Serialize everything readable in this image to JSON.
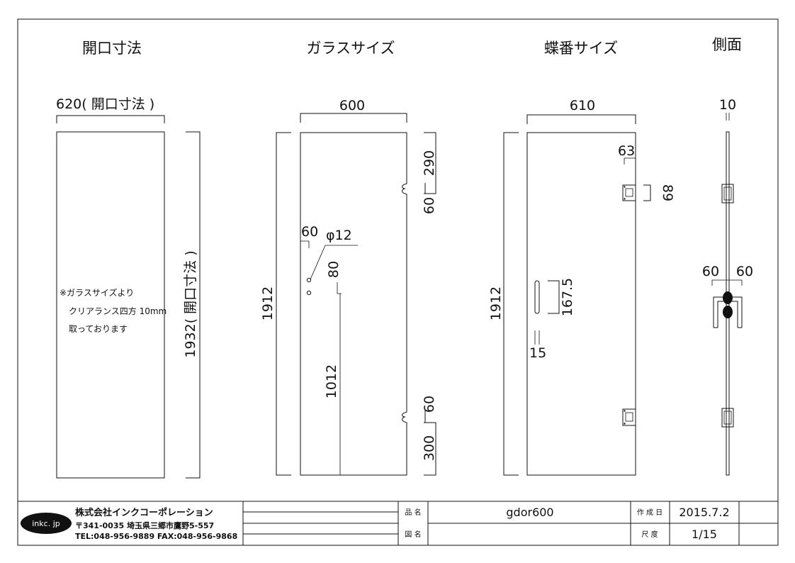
{
  "headings": {
    "opening": "開口寸法",
    "glass": "ガラスサイズ",
    "hinge": "蝶番サイズ",
    "side": "側面"
  },
  "opening": {
    "width": "620( 開口寸法 )",
    "height": "1932( 開口寸法 )",
    "note": [
      "※ガラスサイズより",
      "クリアランス四方 10mm",
      "取っております"
    ]
  },
  "glass": {
    "width": "600",
    "height": "1912",
    "top_hinge": "290",
    "hinge_h_top": "60",
    "hinge_h_bottom": "60",
    "bottom_hinge": "300",
    "hole_offset": "60",
    "hole_dia": "φ12",
    "hole_pitch": "80",
    "hole_height": "1012"
  },
  "hinge": {
    "width": "610",
    "height": "1912",
    "offset": "63",
    "plate": "89",
    "handle_len": "167.5",
    "handle_w": "15"
  },
  "side": {
    "thickness": "10",
    "left": "60",
    "right": "60"
  },
  "title_block": {
    "logo": "inkc. jp",
    "company": "株式会社インクコーポレーション",
    "address": "〒341-0035 埼玉県三郷市鷹野5-557",
    "contact": "TEL:048-956-9889 FAX:048-956-9868",
    "name_label": "品 名",
    "name_value": "gdor600",
    "drawing_label": "図 名",
    "date_label": "作 成 日",
    "date_value": "2015.7.2",
    "scale_label": "尺 度",
    "scale_value": "1/15"
  }
}
